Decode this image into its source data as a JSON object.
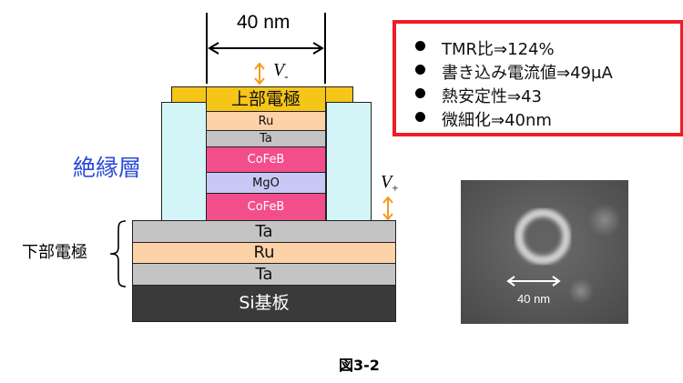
{
  "figure_caption": "図3-2",
  "width_label": "40 nm",
  "voltage_minus": {
    "symbol": "V",
    "sub": "-"
  },
  "voltage_plus": {
    "symbol": "V",
    "sub": "+"
  },
  "insulator_label": "絶縁層",
  "bottom_electrode_label": "下部電極",
  "top_electrode_label": "上部電極",
  "pillar_layers": [
    "Ru",
    "Ta",
    "CoFeB",
    "MgO",
    "CoFeB"
  ],
  "bottom_layers": [
    "Ta",
    "Ru",
    "Ta"
  ],
  "substrate_label": "Si基板",
  "bullets": [
    "TMR比⇒124%",
    "書き込み電流値⇒49μA",
    "熱安定性⇒43",
    "微細化⇒40nm"
  ],
  "sem_scale_label": "40 nm",
  "colors": {
    "electrode_gold": "#f5c518",
    "ru": "#fdd2a8",
    "ta": "#c4c4c4",
    "cofeb": "#f24e8c",
    "mgo": "#c8c8f4",
    "insulator": "#d4f6f9",
    "substrate": "#3a3a3a",
    "callout_border": "#ee1c25",
    "insulator_text": "#2a4bd7",
    "arrow": "#f59a1b"
  }
}
